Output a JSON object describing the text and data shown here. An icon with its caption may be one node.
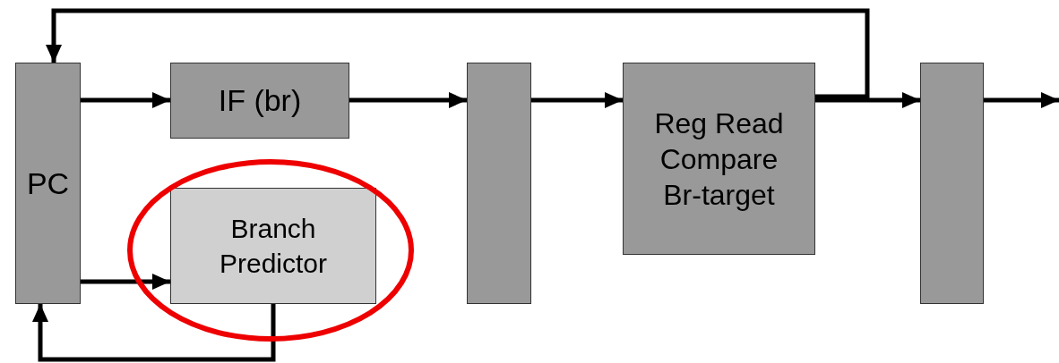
{
  "diagram": {
    "nodes": [
      {
        "text": [
          "PC"
        ]
      },
      {
        "text": [
          "IF (br)"
        ]
      },
      {
        "text": [
          "Branch Predictor"
        ]
      },
      {
        "text": [],
        "shape": "bar"
      },
      {
        "text": [
          "Reg Read Compare Br-target"
        ]
      },
      {
        "text": [],
        "shape": "bar"
      }
    ],
    "edges": [
      {
        "from": 0,
        "to": 1,
        "arrow": "to"
      },
      {
        "from": 1,
        "to": 3,
        "arrow": "to"
      },
      {
        "from": 3,
        "to": 4,
        "arrow": "to"
      },
      {
        "from": 4,
        "to": 5,
        "arrow": "to"
      },
      {
        "from": 4,
        "to": 0,
        "arrow": "to"
      },
      {
        "from": 5,
        "to": null,
        "arrow": "to"
      },
      {
        "from": 0,
        "to": 2,
        "arrow": "to"
      },
      {
        "from": 2,
        "to": 0,
        "arrow": "to"
      }
    ]
  }
}
